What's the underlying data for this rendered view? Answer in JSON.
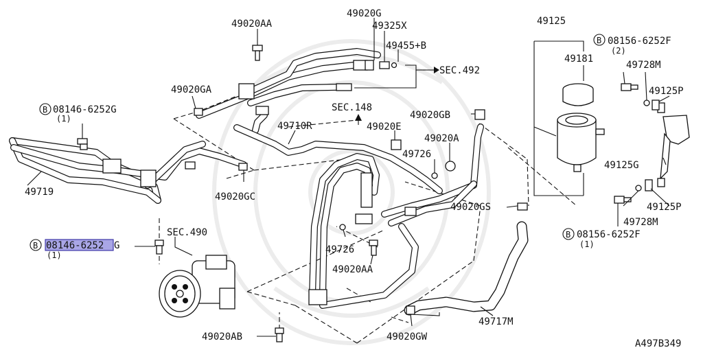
{
  "labels": {
    "p49020AA_top": "49020AA",
    "p49020G": "49020G",
    "p49325X": "49325X",
    "p49455B": "49455+B",
    "sec492": "SEC.492",
    "p49020GA": "49020GA",
    "bolt_b1_part": "08146-6252G",
    "bolt_b1_qty": "(1)",
    "p49719": "49719",
    "p49710R": "49710R",
    "sec148": "SEC.148",
    "p49020GB": "49020GB",
    "p49020E": "49020E",
    "p49020A": "49020A",
    "p49726_top": "49726",
    "p49020GC": "49020GC",
    "p49020GS": "49020GS",
    "sec490": "SEC.490",
    "bolt_b2_part_highlight": "08146-6252",
    "bolt_b2_part_tail": "G",
    "bolt_b2_qty": "(1)",
    "p49726_mid": "49726",
    "p49020AA_mid": "49020AA",
    "p49125": "49125",
    "p49181": "49181",
    "bolt_b3_part": "08156-6252F",
    "bolt_b3_qty": "(2)",
    "p49728M_top": "49728M",
    "p49125P_top": "49125P",
    "p49125G": "49125G",
    "p49125P_bottom": "49125P",
    "p49728M_bottom": "49728M",
    "bolt_b4_part": "08156-6252F",
    "bolt_b4_qty": "(1)",
    "p49717M": "49717M",
    "p49020AB": "49020AB",
    "p49020GW": "49020GW",
    "diagram_code": "A497B349",
    "circled_b": "B"
  },
  "colors": {
    "ink": "#111111",
    "paper": "#ffffff",
    "highlight_fill": "#a9a6e6",
    "highlight_border": "#3f3aa8",
    "watermark": "#ececec"
  }
}
